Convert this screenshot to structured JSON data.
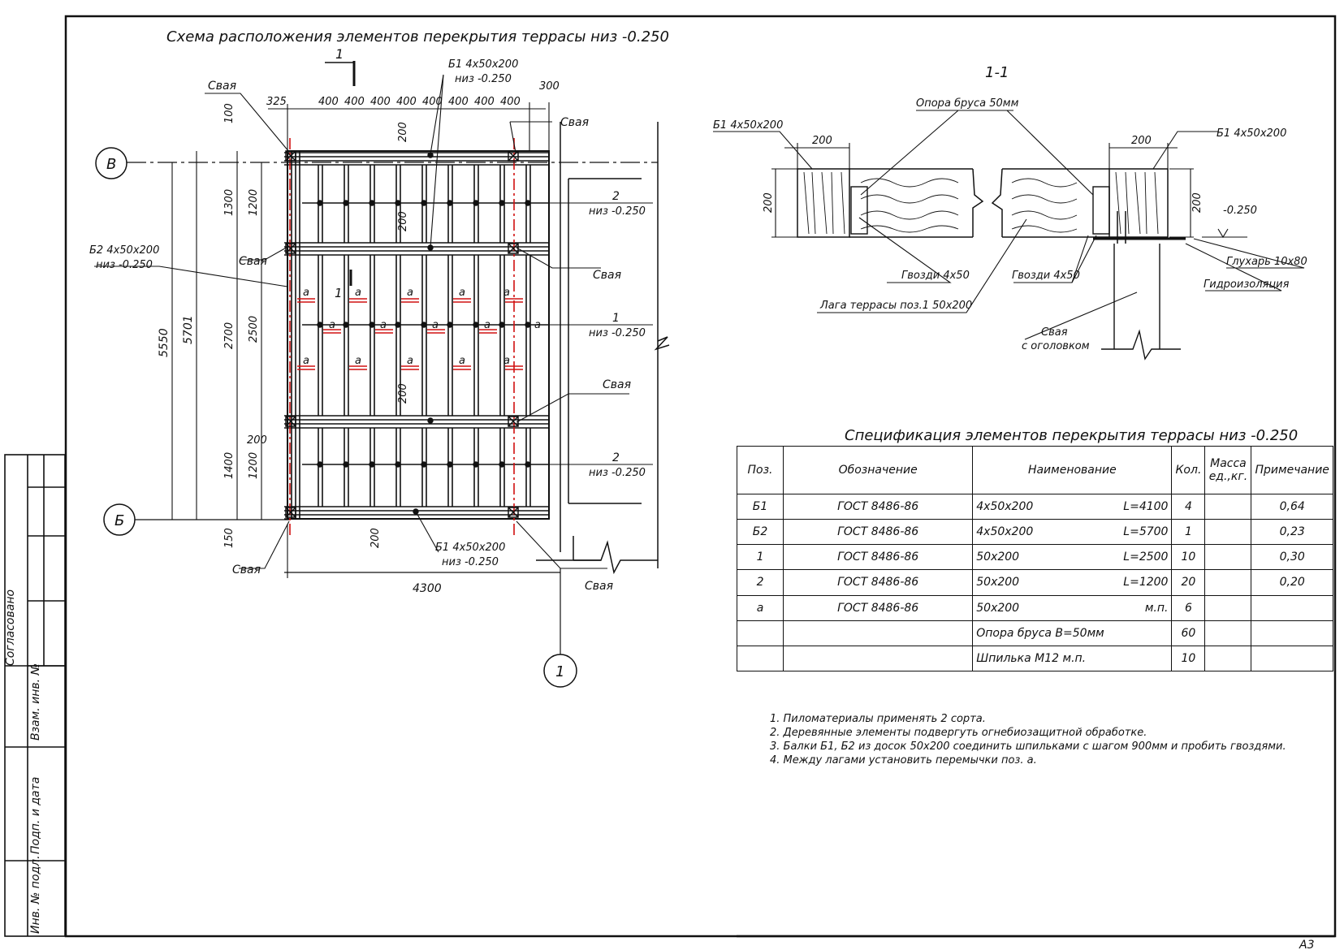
{
  "plan": {
    "title": "Схема расположения элементов перекрытия террасы низ -0.250",
    "section_mark": "1",
    "pile_label": "Свая",
    "axis_v": "В",
    "axis_b": "Б",
    "axis_1": "1",
    "beam_b1": "Б1 4х50х200",
    "beam_b2": "Б2 4х50х200",
    "level": "низ -0.250",
    "joist_2": "2",
    "joist_1": "1",
    "bridging_mark": "а",
    "dims_top": [
      "325",
      "400",
      "400",
      "400",
      "400",
      "400",
      "400",
      "400",
      "400",
      "300"
    ],
    "dim_100": "100",
    "dim_200": "200",
    "dim_1300": "1300",
    "dim_1200": "1200",
    "dim_2700": "2700",
    "dim_2500": "2500",
    "dim_1400": "1400",
    "dim_150": "150",
    "dim_5550": "5550",
    "dim_5701": "5701",
    "dim_4300": "4300"
  },
  "section": {
    "title": "1-1",
    "b1_label": "Б1 4х50х200",
    "support_label": "Опора бруса 50мм",
    "dim_200": "200",
    "level": "-0.250",
    "nails_label": "Гвозди 4х50",
    "joist_label": "Лага террасы поз.1 50х200",
    "lag_bolt": "Глухарь 10х80",
    "waterproofing": "Гидроизоляция",
    "pile_head_1": "Свая",
    "pile_head_2": "с оголовком"
  },
  "spec": {
    "title": "Спецификация элементов перекрытия террасы низ -0.250",
    "headers": [
      "Поз.",
      "Обозначение",
      "Наименование",
      "Кол.",
      "Масса ед.,кг.",
      "Примечание"
    ],
    "rows": [
      {
        "pos": "Б1",
        "code": "ГОСТ 8486-86",
        "name": "4х50х200",
        "len": "L=4100",
        "qty": "4",
        "mass": "",
        "note": "0,64"
      },
      {
        "pos": "Б2",
        "code": "ГОСТ 8486-86",
        "name": "4х50х200",
        "len": "L=5700",
        "qty": "1",
        "mass": "",
        "note": "0,23"
      },
      {
        "pos": "1",
        "code": "ГОСТ 8486-86",
        "name": "50х200",
        "len": "L=2500",
        "qty": "10",
        "mass": "",
        "note": "0,30"
      },
      {
        "pos": "2",
        "code": "ГОСТ 8486-86",
        "name": "50х200",
        "len": "L=1200",
        "qty": "20",
        "mass": "",
        "note": "0,20"
      },
      {
        "pos": "а",
        "code": "ГОСТ 8486-86",
        "name": "50х200",
        "len": "м.п.",
        "qty": "6",
        "mass": "",
        "note": ""
      },
      {
        "pos": "",
        "code": "",
        "name": "Опора бруса В=50мм",
        "len": "",
        "qty": "60",
        "mass": "",
        "note": ""
      },
      {
        "pos": "",
        "code": "",
        "name": "Шпилька М12 м.п.",
        "len": "",
        "qty": "10",
        "mass": "",
        "note": ""
      }
    ]
  },
  "notes": [
    "1. Пиломатериалы применять 2 сорта.",
    "2. Деревянные элементы подвергуть огнебиозащитной обработке.",
    "3. Балки Б1, Б2 из досок 50х200 соединить шпильками с шагом 900мм и пробить гвоздями.",
    "4. Между лагами установить перемычки поз. а."
  ],
  "stamp": {
    "agreed": "Согласовано",
    "replaces_inv": "Взам. инв. №",
    "sign_date": "Подп. и дата",
    "inv_orig": "Инв. № подл."
  },
  "format": "А3",
  "colors": {
    "line": "#111111",
    "red": "#d01010"
  }
}
